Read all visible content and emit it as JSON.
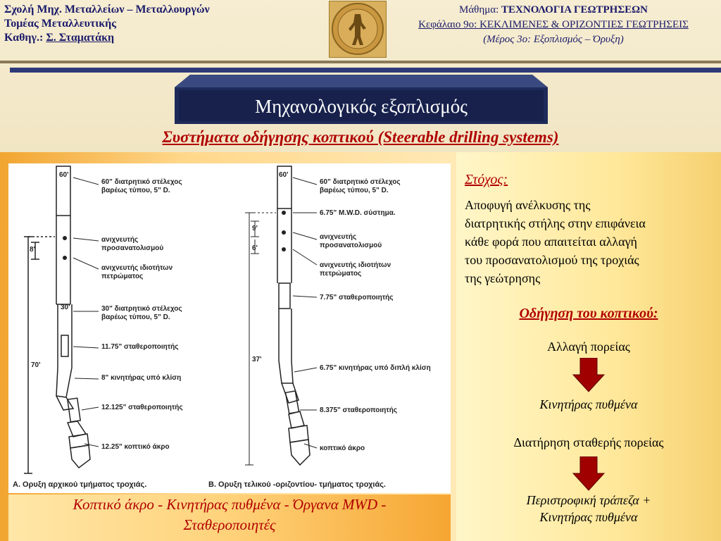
{
  "header": {
    "school": "Σχολή Μηχ. Μεταλλείων – Μεταλλουργών",
    "sector": "Τομέας Μεταλλευτικής",
    "prof_prefix": "Καθηγ.:",
    "prof_name": "Σ. Σταματάκη",
    "course_prefix": "Μάθημα:",
    "course_name": "ΤΕΧΝΟΛΟΓΙΑ ΓΕΩΤΡΗΣΕΩΝ",
    "chapter": "Κεφάλαιο 9ο: ΚΕΚΛΙΜΕΝΕΣ & ΟΡΙΖΟΝΤΙΕΣ ΓΕΩΤΡΗΣΕΙΣ",
    "part": "(Μέρος 3ο: Εξοπλισμός – Όρυξη)"
  },
  "title": "Μηχανολογικός εξοπλισμός",
  "subtitle": "Συστήματα οδήγησης κοπτικού (Steerable drilling systems)",
  "figure": {
    "left_dims": [
      "60'",
      "8'",
      "30'",
      "70'"
    ],
    "right_dims": [
      "60'",
      "9'",
      "6'",
      "37'"
    ],
    "left_labels": [
      "60\" διατρητικό στέλεχος",
      "βαρέως τύπου, 5\" D.",
      "ανιχνευτής",
      "προσανατολισμού",
      "ανιχνευτής ιδιοτήτων",
      "πετρώματος",
      "30\" διατρητικό στέλεχος",
      "βαρέως τύπου, 5\" D.",
      "11.75\" σταθεροποιητής",
      "8\" κινητήρας υπό κλίση",
      "12.125\" σταθεροποιητής",
      "12.25\" κοπτικό άκρο"
    ],
    "right_labels": [
      "60\" διατρητικό στέλεχος",
      "βαρέως τύπου, 5\" D.",
      "6.75\" M.W.D. σύστημα.",
      "ανιχνευτής",
      "προσανατολισμού",
      "ανιχνευτής ιδιοτήτων",
      "πετρώματος",
      "7.75\" σταθεροποιητής",
      "6.75\" κινητήρας υπό διπλή κλίση",
      "8.375\" σταθεροποιητής",
      "κοπτικό άκρο"
    ],
    "caption_a": "Α. Ορυξη αρχικού τμήματος τροχιάς.",
    "caption_b": "Β. Ορυξη τελικού -οριζοντίου- τμήματος τροχιάς."
  },
  "caption": {
    "line1": "Κοπτικό άκρο - Κινητήρας πυθμένα - Όργανα MWD -",
    "line2": "Σταθεροποιητές"
  },
  "goal": {
    "title": "Στόχος:",
    "lines": [
      "Αποφυγή ανέλκυσης της",
      "διατρητικής στήλης στην επιφάνεια",
      "κάθε φορά που απαιτείται αλλαγή",
      "του προσανατολισμού της τροχιάς",
      "της γεώτρησης"
    ]
  },
  "steering": {
    "title": "Οδήγηση του κοπτικού:",
    "change": "Αλλαγή πορείας",
    "motor": "Κινητήρας πυθμένα",
    "keep": "Διατήρηση σταθερής πορείας",
    "rotary_line1": "Περιστροφική τράπεζα +",
    "rotary_line2": "Κινητήρας πυθμένα"
  },
  "colors": {
    "accent_red": "#b00000",
    "navy": "#1e2a5a",
    "arrow": "#a00000"
  }
}
